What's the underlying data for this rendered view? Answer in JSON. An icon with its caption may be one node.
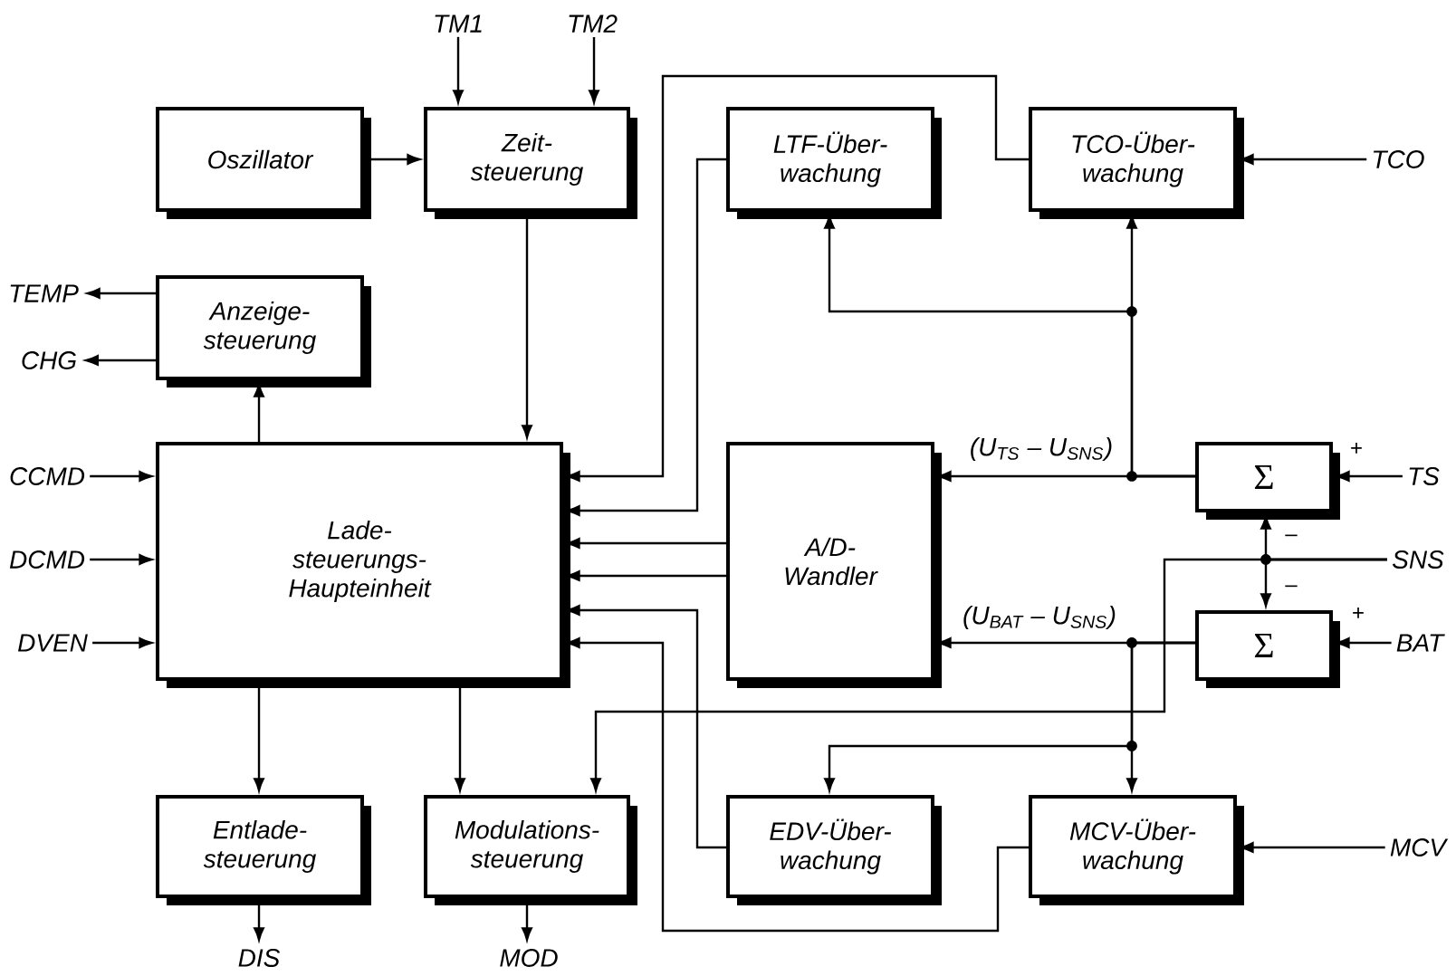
{
  "diagram": {
    "nodes": [
      {
        "text": [
          "Oszillator"
        ]
      },
      {
        "text": [
          "Zeit- steuerung"
        ]
      },
      {
        "text": [
          "LTF-Über- wachung"
        ]
      },
      {
        "text": [
          "TCO-Über- wachung"
        ]
      },
      {
        "text": [
          "Anzeige- steuerung"
        ]
      },
      {
        "text": [
          "Lade- steuerungs- Haupteinheit"
        ]
      },
      {
        "text": [
          "A/D- Wandler"
        ]
      },
      {
        "text": [
          "Σ"
        ]
      },
      {
        "text": [
          "Σ"
        ]
      },
      {
        "text": [
          "Entlade- steuerung"
        ]
      },
      {
        "text": [
          "Modulations- steuerung"
        ]
      },
      {
        "text": [
          "EDV-Über- wachung"
        ]
      },
      {
        "text": [
          "MCV-Über- wachung"
        ]
      },
      {
        "text": [
          "TM1"
        ]
      },
      {
        "text": [
          "TM2"
        ]
      },
      {
        "text": [
          "TCO"
        ]
      },
      {
        "text": [
          "TEMP"
        ]
      },
      {
        "text": [
          "CHG"
        ]
      },
      {
        "text": [
          "CCMD"
        ]
      },
      {
        "text": [
          "DCMD"
        ]
      },
      {
        "text": [
          "DVEN"
        ]
      },
      {
        "text": [
          "TS"
        ]
      },
      {
        "text": [
          "SNS"
        ]
      },
      {
        "text": [
          "BAT"
        ]
      },
      {
        "text": [
          "MCV"
        ]
      },
      {
        "text": [
          "DIS"
        ]
      },
      {
        "text": [
          "MOD"
        ]
      }
    ],
    "edges": [
      {
        "from": 0,
        "to": 1,
        "arrow": "to"
      },
      {
        "from": 13,
        "to": 1,
        "arrow": "to"
      },
      {
        "from": 14,
        "to": 1,
        "arrow": "to"
      },
      {
        "from": 1,
        "to": 5,
        "arrow": "to"
      },
      {
        "from": 5,
        "to": 4,
        "arrow": "to"
      },
      {
        "from": 4,
        "to": 16,
        "arrow": "to"
      },
      {
        "from": 4,
        "to": 17,
        "arrow": "to"
      },
      {
        "from": 18,
        "to": 5,
        "arrow": "to"
      },
      {
        "from": 19,
        "to": 5,
        "arrow": "to"
      },
      {
        "from": 20,
        "to": 5,
        "arrow": "to"
      },
      {
        "from": 3,
        "to": 5,
        "arrow": "to"
      },
      {
        "from": 2,
        "to": 5,
        "arrow": "to"
      },
      {
        "from": 6,
        "to": 5,
        "arrow": "to"
      },
      {
        "from": 6,
        "to": 5,
        "arrow": "to"
      },
      {
        "from": 11,
        "to": 5,
        "arrow": "to"
      },
      {
        "from": 12,
        "to": 5,
        "arrow": "to"
      },
      {
        "from": 7,
        "to": 6,
        "arrow": "to",
        "label": "(U$_{TS}$ – U$_{SNS}$)"
      },
      {
        "from": 7,
        "to": 3,
        "arrow": "to"
      },
      {
        "from": 7,
        "to": 2,
        "arrow": "to"
      },
      {
        "from": 8,
        "to": 6,
        "arrow": "to",
        "label": "(U$_{BAT}$ – U$_{SNS}$)"
      },
      {
        "from": 8,
        "to": 12,
        "arrow": "to"
      },
      {
        "from": 8,
        "to": 11,
        "arrow": "to"
      },
      {
        "from": 22,
        "to": 7,
        "arrow": "to"
      },
      {
        "from": 22,
        "to": 8,
        "arrow": "to"
      },
      {
        "from": 22,
        "to": 10,
        "arrow": "to"
      },
      {
        "from": 21,
        "to": 7,
        "arrow": "to"
      },
      {
        "from": 23,
        "to": 8,
        "arrow": "to"
      },
      {
        "from": 24,
        "to": 12,
        "arrow": "to"
      },
      {
        "from": 15,
        "to": 3,
        "arrow": "to"
      },
      {
        "from": 5,
        "to": 9,
        "arrow": "to"
      },
      {
        "from": 5,
        "to": 10,
        "arrow": "to"
      },
      {
        "from": 9,
        "to": 25,
        "arrow": "to"
      },
      {
        "from": 10,
        "to": 26,
        "arrow": "to"
      }
    ],
    "labels": [
      "+",
      "–",
      "–",
      "+"
    ]
  }
}
